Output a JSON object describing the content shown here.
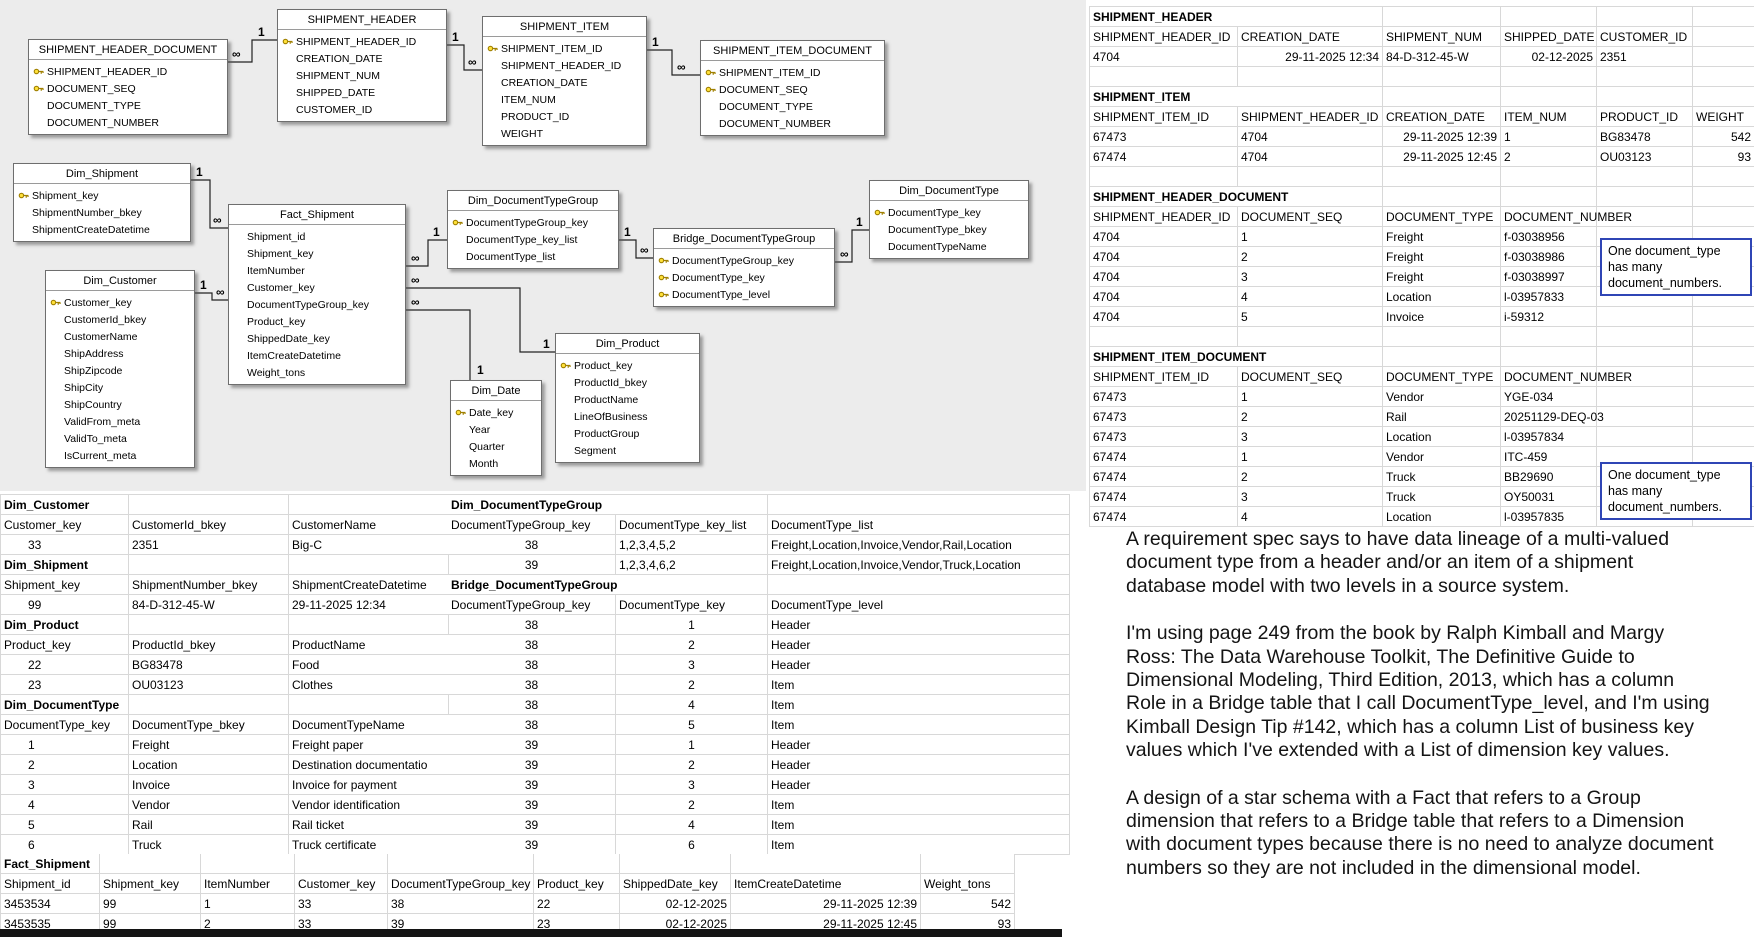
{
  "diagram": {
    "entities": [
      {
        "title": "SHIPMENT_HEADER_DOCUMENT",
        "fields": [
          {
            "name": "SHIPMENT_HEADER_ID",
            "key": true
          },
          {
            "name": "DOCUMENT_SEQ",
            "key": true
          },
          {
            "name": "DOCUMENT_TYPE",
            "key": false
          },
          {
            "name": "DOCUMENT_NUMBER",
            "key": false
          }
        ]
      },
      {
        "title": "SHIPMENT_HEADER",
        "fields": [
          {
            "name": "SHIPMENT_HEADER_ID",
            "key": true
          },
          {
            "name": "CREATION_DATE",
            "key": false
          },
          {
            "name": "SHIPMENT_NUM",
            "key": false
          },
          {
            "name": "SHIPPED_DATE",
            "key": false
          },
          {
            "name": "CUSTOMER_ID",
            "key": false
          }
        ]
      },
      {
        "title": "SHIPMENT_ITEM",
        "fields": [
          {
            "name": "SHIPMENT_ITEM_ID",
            "key": true
          },
          {
            "name": "SHIPMENT_HEADER_ID",
            "key": false
          },
          {
            "name": "CREATION_DATE",
            "key": false
          },
          {
            "name": "ITEM_NUM",
            "key": false
          },
          {
            "name": "PRODUCT_ID",
            "key": false
          },
          {
            "name": "WEIGHT",
            "key": false
          }
        ]
      },
      {
        "title": "SHIPMENT_ITEM_DOCUMENT",
        "fields": [
          {
            "name": "SHIPMENT_ITEM_ID",
            "key": true
          },
          {
            "name": "DOCUMENT_SEQ",
            "key": true
          },
          {
            "name": "DOCUMENT_TYPE",
            "key": false
          },
          {
            "name": "DOCUMENT_NUMBER",
            "key": false
          }
        ]
      },
      {
        "title": "Dim_Shipment",
        "fields": [
          {
            "name": "Shipment_key",
            "key": true
          },
          {
            "name": "ShipmentNumber_bkey",
            "key": false
          },
          {
            "name": "ShipmentCreateDatetime",
            "key": false
          }
        ]
      },
      {
        "title": "Dim_Customer",
        "fields": [
          {
            "name": "Customer_key",
            "key": true
          },
          {
            "name": "CustomerId_bkey",
            "key": false
          },
          {
            "name": "CustomerName",
            "key": false
          },
          {
            "name": "ShipAddress",
            "key": false
          },
          {
            "name": "ShipZipcode",
            "key": false
          },
          {
            "name": "ShipCity",
            "key": false
          },
          {
            "name": "ShipCountry",
            "key": false
          },
          {
            "name": "ValidFrom_meta",
            "key": false
          },
          {
            "name": "ValidTo_meta",
            "key": false
          },
          {
            "name": "IsCurrent_meta",
            "key": false
          }
        ]
      },
      {
        "title": "Fact_Shipment",
        "fields": [
          {
            "name": "Shipment_id",
            "key": false
          },
          {
            "name": "Shipment_key",
            "key": false
          },
          {
            "name": "ItemNumber",
            "key": false
          },
          {
            "name": "Customer_key",
            "key": false
          },
          {
            "name": "DocumentTypeGroup_key",
            "key": false
          },
          {
            "name": "Product_key",
            "key": false
          },
          {
            "name": "ShippedDate_key",
            "key": false
          },
          {
            "name": "ItemCreateDatetime",
            "key": false
          },
          {
            "name": "Weight_tons",
            "key": false
          }
        ]
      },
      {
        "title": "Dim_DocumentTypeGroup",
        "fields": [
          {
            "name": "DocumentTypeGroup_key",
            "key": true
          },
          {
            "name": "DocumentType_key_list",
            "key": false
          },
          {
            "name": "DocumentType_list",
            "key": false
          }
        ]
      },
      {
        "title": "Bridge_DocumentTypeGroup",
        "fields": [
          {
            "name": "DocumentTypeGroup_key",
            "key": true
          },
          {
            "name": "DocumentType_key",
            "key": true
          },
          {
            "name": "DocumentType_level",
            "key": true
          }
        ]
      },
      {
        "title": "Dim_DocumentType",
        "fields": [
          {
            "name": "DocumentType_key",
            "key": true
          },
          {
            "name": "DocumentType_bkey",
            "key": false
          },
          {
            "name": "DocumentTypeName",
            "key": false
          }
        ]
      },
      {
        "title": "Dim_Product",
        "fields": [
          {
            "name": "Product_key",
            "key": true
          },
          {
            "name": "ProductId_bkey",
            "key": false
          },
          {
            "name": "ProductName",
            "key": false
          },
          {
            "name": "LineOfBusiness",
            "key": false
          },
          {
            "name": "ProductGroup",
            "key": false
          },
          {
            "name": "Segment",
            "key": false
          }
        ]
      },
      {
        "title": "Dim_Date",
        "fields": [
          {
            "name": "Date_key",
            "key": true
          },
          {
            "name": "Year",
            "key": false
          },
          {
            "name": "Quarter",
            "key": false
          },
          {
            "name": "Month",
            "key": false
          }
        ]
      }
    ],
    "connections": [
      {
        "from": "SHIPMENT_HEADER_DOCUMENT",
        "to": "SHIPMENT_HEADER",
        "from_card": "∞",
        "to_card": "1"
      },
      {
        "from": "SHIPMENT_HEADER",
        "to": "SHIPMENT_ITEM",
        "from_card": "1",
        "to_card": "∞"
      },
      {
        "from": "SHIPMENT_ITEM",
        "to": "SHIPMENT_ITEM_DOCUMENT",
        "from_card": "1",
        "to_card": "∞"
      },
      {
        "from": "Dim_Shipment",
        "to": "Fact_Shipment",
        "from_card": "1",
        "to_card": "∞"
      },
      {
        "from": "Dim_Customer",
        "to": "Fact_Shipment",
        "from_card": "1",
        "to_card": "∞"
      },
      {
        "from": "Fact_Shipment",
        "to": "Dim_DocumentTypeGroup",
        "from_card": "∞",
        "to_card": "1"
      },
      {
        "from": "Dim_DocumentTypeGroup",
        "to": "Bridge_DocumentTypeGroup",
        "from_card": "1",
        "to_card": "∞"
      },
      {
        "from": "Bridge_DocumentTypeGroup",
        "to": "Dim_DocumentType",
        "from_card": "∞",
        "to_card": "1"
      },
      {
        "from": "Fact_Shipment",
        "to": "Dim_Product",
        "from_card": "∞",
        "to_card": "1"
      },
      {
        "from": "Fact_Shipment",
        "to": "Dim_Date",
        "from_card": "∞",
        "to_card": "1"
      }
    ]
  },
  "source_sheet": {
    "tables": [
      {
        "name": "SHIPMENT_HEADER",
        "columns": [
          "SHIPMENT_HEADER_ID",
          "CREATION_DATE",
          "SHIPMENT_NUM",
          "SHIPPED_DATE",
          "CUSTOMER_ID"
        ],
        "rows": [
          [
            "4704",
            "29-11-2025 12:34",
            "84-D-312-45-W",
            "02-12-2025",
            "2351"
          ]
        ]
      },
      {
        "name": "SHIPMENT_ITEM",
        "columns": [
          "SHIPMENT_ITEM_ID",
          "SHIPMENT_HEADER_ID",
          "CREATION_DATE",
          "ITEM_NUM",
          "PRODUCT_ID",
          "WEIGHT"
        ],
        "rows": [
          [
            "67473",
            "4704",
            "29-11-2025 12:39",
            "1",
            "BG83478",
            "542"
          ],
          [
            "67474",
            "4704",
            "29-11-2025 12:45",
            "2",
            "OU03123",
            "93"
          ]
        ]
      },
      {
        "name": "SHIPMENT_HEADER_DOCUMENT",
        "columns": [
          "SHIPMENT_HEADER_ID",
          "DOCUMENT_SEQ",
          "DOCUMENT_TYPE",
          "DOCUMENT_NUMBER"
        ],
        "rows": [
          [
            "4704",
            "1",
            "Freight",
            "f-03038956"
          ],
          [
            "4704",
            "2",
            "Freight",
            "f-03038986"
          ],
          [
            "4704",
            "3",
            "Freight",
            "f-03038997"
          ],
          [
            "4704",
            "4",
            "Location",
            "l-03957833"
          ],
          [
            "4704",
            "5",
            "Invoice",
            "i-59312"
          ]
        ]
      },
      {
        "name": "SHIPMENT_ITEM_DOCUMENT",
        "columns": [
          "SHIPMENT_ITEM_ID",
          "DOCUMENT_SEQ",
          "DOCUMENT_TYPE",
          "DOCUMENT_NUMBER"
        ],
        "rows": [
          [
            "67473",
            "1",
            "Vendor",
            "YGE-034"
          ],
          [
            "67473",
            "2",
            "Rail",
            "20251129-DEQ-03"
          ],
          [
            "67473",
            "3",
            "Location",
            "l-03957834"
          ],
          [
            "67474",
            "1",
            "Vendor",
            "ITC-459"
          ],
          [
            "67474",
            "2",
            "Truck",
            "BB29690"
          ],
          [
            "67474",
            "3",
            "Truck",
            "OY50031"
          ],
          [
            "67474",
            "4",
            "Location",
            "l-03957835"
          ]
        ]
      }
    ]
  },
  "dimensional_sheet": {
    "left_tables": [
      {
        "name": "Dim_Customer",
        "columns": [
          "Customer_key",
          "CustomerId_bkey",
          "CustomerName"
        ],
        "rows": [
          [
            "33",
            "2351",
            "Big-C"
          ]
        ]
      },
      {
        "name": "Dim_Shipment",
        "columns": [
          "Shipment_key",
          "ShipmentNumber_bkey",
          "ShipmentCreateDatetime"
        ],
        "rows": [
          [
            "99",
            "84-D-312-45-W",
            "29-11-2025 12:34"
          ]
        ]
      },
      {
        "name": "Dim_Product",
        "columns": [
          "Product_key",
          "ProductId_bkey",
          "ProductName"
        ],
        "rows": [
          [
            "22",
            "BG83478",
            "Food"
          ],
          [
            "23",
            "OU03123",
            "Clothes"
          ]
        ]
      },
      {
        "name": "Dim_DocumentType",
        "columns": [
          "DocumentType_key",
          "DocumentType_bkey",
          "DocumentTypeName"
        ],
        "rows": [
          [
            "1",
            "Freight",
            "Freight paper"
          ],
          [
            "2",
            "Location",
            "Destination documentatio"
          ],
          [
            "3",
            "Invoice",
            "Invoice for payment"
          ],
          [
            "4",
            "Vendor",
            "Vendor identification"
          ],
          [
            "5",
            "Rail",
            "Rail ticket"
          ],
          [
            "6",
            "Truck",
            "Truck certificate"
          ]
        ]
      }
    ],
    "right_tables": [
      {
        "name": "Dim_DocumentTypeGroup",
        "columns": [
          "DocumentTypeGroup_key",
          "DocumentType_key_list",
          "DocumentType_list"
        ],
        "rows": [
          [
            "38",
            "1,2,3,4,5,2",
            "Freight,Location,Invoice,Vendor,Rail,Location"
          ],
          [
            "39",
            "1,2,3,4,6,2",
            "Freight,Location,Invoice,Vendor,Truck,Location"
          ]
        ]
      },
      {
        "name": "Bridge_DocumentTypeGroup",
        "columns": [
          "DocumentTypeGroup_key",
          "DocumentType_key",
          "DocumentType_level"
        ],
        "rows": [
          [
            "38",
            "1",
            "Header"
          ],
          [
            "38",
            "2",
            "Header"
          ],
          [
            "38",
            "3",
            "Header"
          ],
          [
            "38",
            "2",
            "Item"
          ],
          [
            "38",
            "4",
            "Item"
          ],
          [
            "38",
            "5",
            "Item"
          ],
          [
            "39",
            "1",
            "Header"
          ],
          [
            "39",
            "2",
            "Header"
          ],
          [
            "39",
            "3",
            "Header"
          ],
          [
            "39",
            "2",
            "Item"
          ],
          [
            "39",
            "4",
            "Item"
          ],
          [
            "39",
            "6",
            "Item"
          ]
        ]
      }
    ],
    "fact_table": {
      "name": "Fact_Shipment",
      "columns": [
        "Shipment_id",
        "Shipment_key",
        "ItemNumber",
        "Customer_key",
        "DocumentTypeGroup_key",
        "Product_key",
        "ShippedDate_key",
        "ItemCreateDatetime",
        "Weight_tons"
      ],
      "rows": [
        [
          "3453534",
          "99",
          "1",
          "33",
          "38",
          "22",
          "02-12-2025",
          "29-11-2025 12:39",
          "542"
        ],
        [
          "3453535",
          "99",
          "2",
          "33",
          "39",
          "23",
          "02-12-2025",
          "29-11-2025 12:45",
          "93"
        ]
      ]
    }
  },
  "annotations": {
    "header_note": "One document_type has many document_numbers.",
    "item_note": "One document_type has many document_numbers."
  },
  "description": {
    "paragraphs": [
      "A requirement spec says to have data lineage of a multi-valued document type from a header and/or an item of a shipment database model with two levels in a source system.",
      "I'm using page 249 from the book by Ralph Kimball and Margy Ross: The Data Warehouse Toolkit, The Definitive Guide to Dimensional Modeling, Third Edition, 2013, which has a column Role in a Bridge table that I call DocumentType_level, and I'm using Kimball Design Tip #142, which has a column List of business key values which I've extended with a List of dimension key values.",
      "A design of a star schema with a Fact that refers to a Group dimension that refers to a Bridge table that refers to a Dimension with document types because there is no need to analyze document numbers so they are not included in the dimensional model."
    ]
  }
}
